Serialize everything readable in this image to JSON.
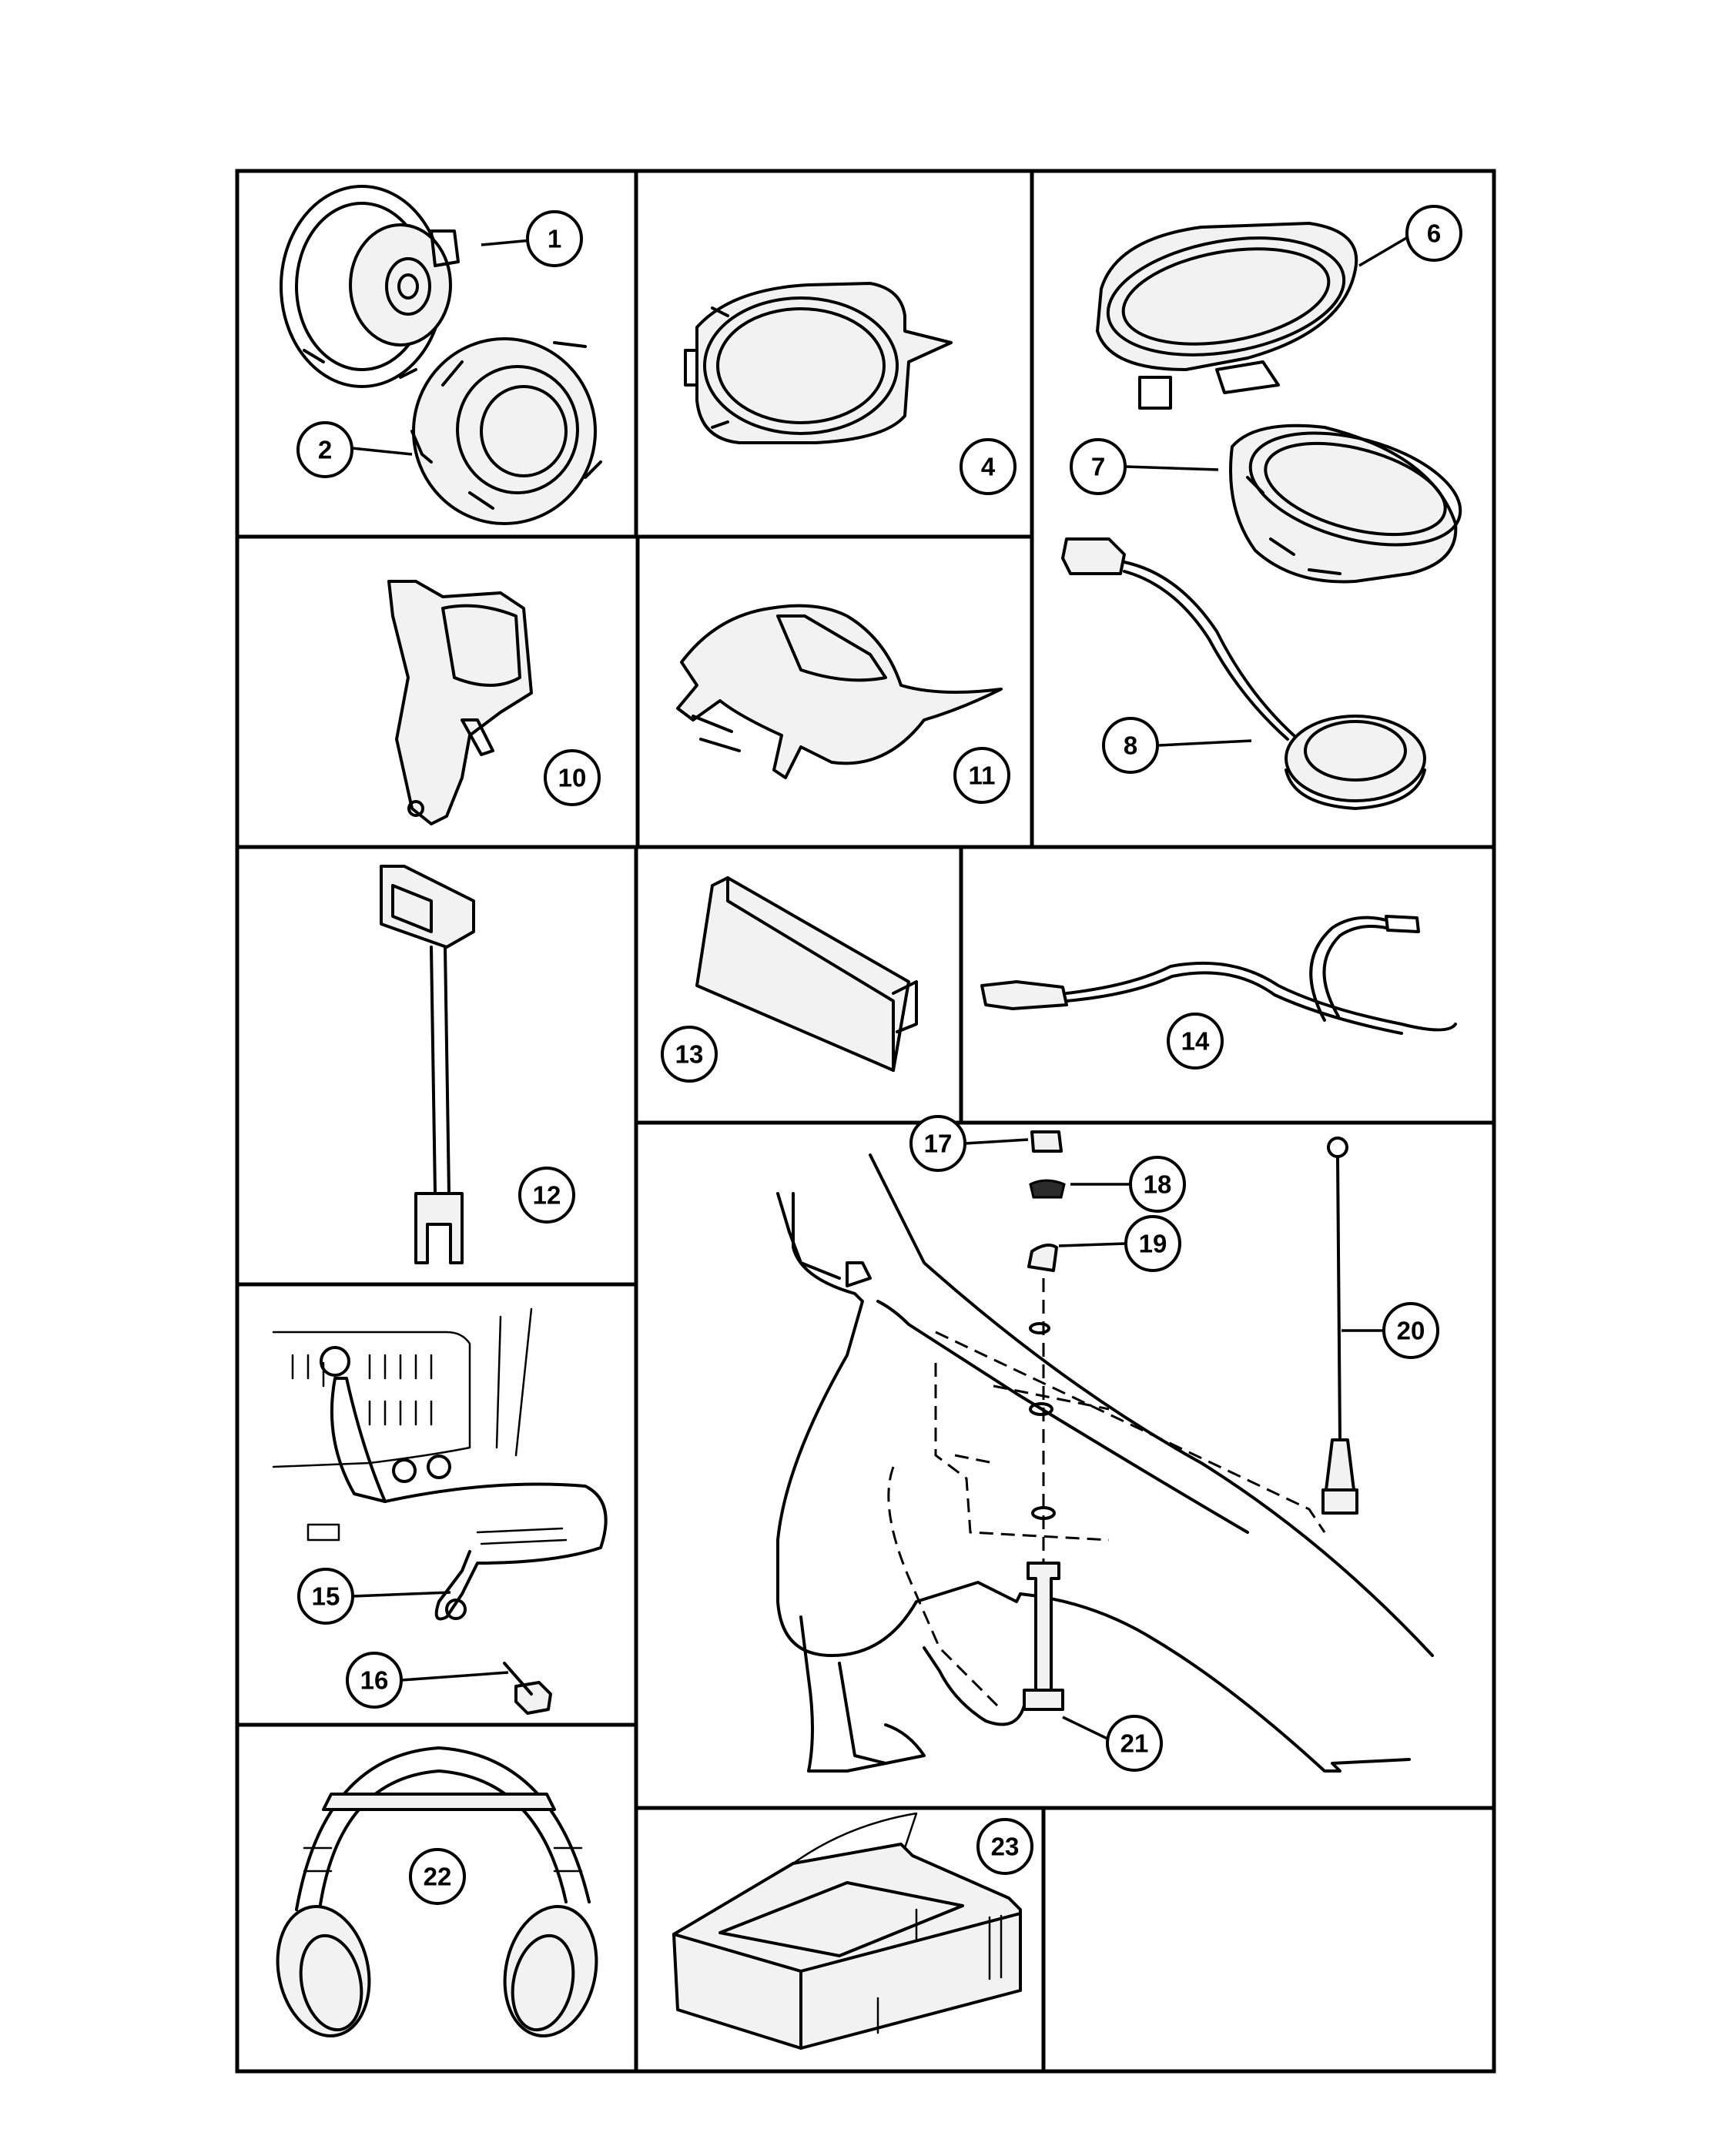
{
  "callouts": {
    "c1": "1",
    "c2": "2",
    "c4": "4",
    "c6": "6",
    "c7": "7",
    "c8": "8",
    "c10": "10",
    "c11": "11",
    "c12": "12",
    "c13": "13",
    "c14": "14",
    "c15": "15",
    "c16": "16",
    "c17": "17",
    "c18": "18",
    "c19": "19",
    "c20": "20",
    "c21": "21",
    "c22": "22",
    "c23": "23"
  },
  "colors": {
    "line": "#000000",
    "background": "#ffffff"
  }
}
